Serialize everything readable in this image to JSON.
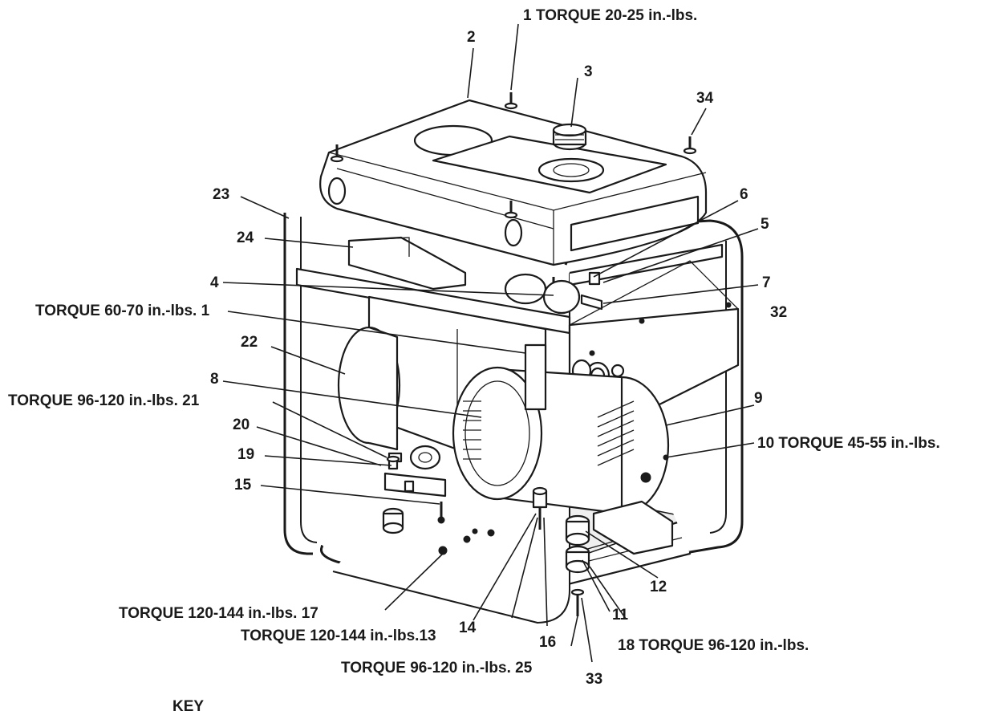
{
  "callouts": {
    "c1_top": "1",
    "torque_top": "TORQUE 20-25 in.-lbs.",
    "c2": "2",
    "c3": "3",
    "c34": "34",
    "c23": "23",
    "c6": "6",
    "c5": "5",
    "c24": "24",
    "c4": "4",
    "c7": "7",
    "torque_60_70": "TORQUE 60-70 in.-lbs. 1",
    "c32": "32",
    "c22": "22",
    "c8": "8",
    "c9": "9",
    "torque_96_120_21": "TORQUE 96-120 in.-lbs. 21",
    "c20": "20",
    "c10_torque": "10 TORQUE 45-55 in.-lbs.",
    "c19": "19",
    "c15": "15",
    "c12": "12",
    "torque_120_144_17": "TORQUE 120-144 in.-lbs. 17",
    "c14": "14",
    "c11": "11",
    "torque_120_144_13": "TORQUE 120-144 in.-lbs.13",
    "c16": "16",
    "c18_torque": "18 TORQUE 96-120 in.-lbs.",
    "torque_96_120_25": "TORQUE 96-120 in.-lbs. 25",
    "c33": "33",
    "key": "KEY"
  }
}
